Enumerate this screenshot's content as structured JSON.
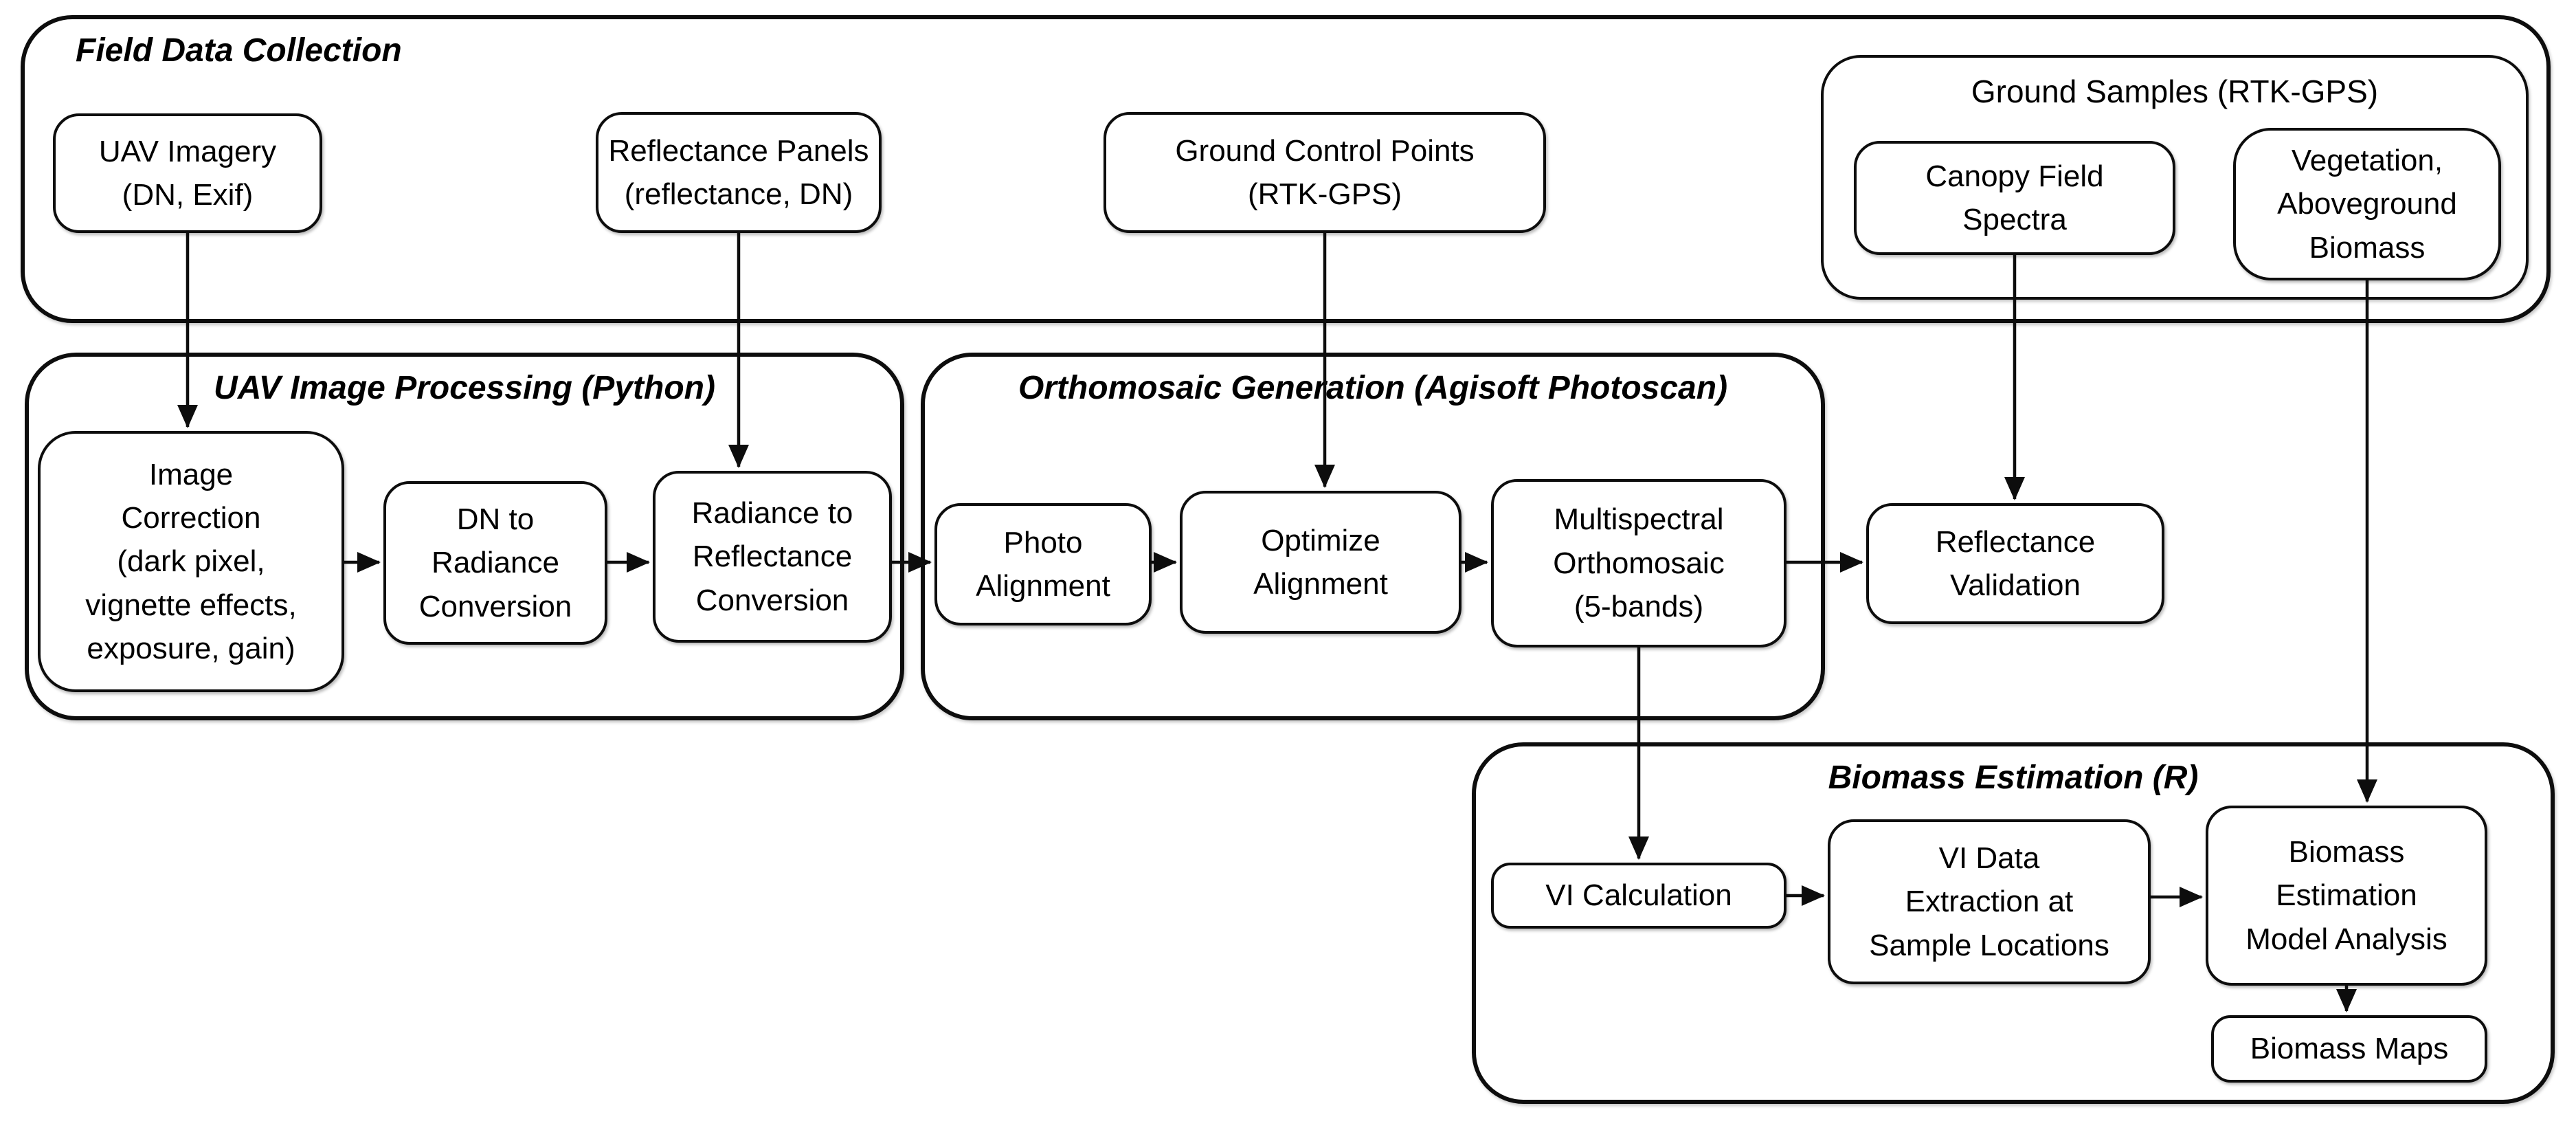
{
  "groups": {
    "field_data_collection": {
      "title": "Field Data Collection"
    },
    "ground_samples": {
      "title": "Ground Samples (RTK-GPS)"
    },
    "uav_image_processing": {
      "title": "UAV Image Processing (Python)"
    },
    "orthomosaic_generation": {
      "title": "Orthomosaic Generation (Agisoft Photoscan)"
    },
    "biomass_estimation": {
      "title": "Biomass Estimation (R)"
    }
  },
  "nodes": {
    "uav_imagery": {
      "label": "UAV Imagery\n(DN, Exif)"
    },
    "reflectance_panels": {
      "label": "Reflectance Panels\n(reflectance, DN)"
    },
    "ground_control_points": {
      "label": "Ground Control Points\n(RTK-GPS)"
    },
    "canopy_field_spectra": {
      "label": "Canopy Field\nSpectra"
    },
    "vegetation_aboveground_biomass": {
      "label": "Vegetation,\nAboveground\nBiomass"
    },
    "image_correction": {
      "label": "Image\nCorrection\n(dark pixel,\nvignette effects,\nexposure, gain)"
    },
    "dn_to_radiance": {
      "label": "DN to\nRadiance\nConversion"
    },
    "radiance_to_reflectance": {
      "label": "Radiance to\nReflectance\nConversion"
    },
    "photo_alignment": {
      "label": "Photo\nAlignment"
    },
    "optimize_alignment": {
      "label": "Optimize\nAlignment"
    },
    "multispectral_orthomosaic": {
      "label": "Multispectral\nOrthomosaic\n(5-bands)"
    },
    "reflectance_validation": {
      "label": "Reflectance\nValidation"
    },
    "vi_calculation": {
      "label": "VI Calculation"
    },
    "vi_data_extraction": {
      "label": "VI Data\nExtraction at\nSample Locations"
    },
    "biomass_model_analysis": {
      "label": "Biomass\nEstimation\nModel Analysis"
    },
    "biomass_maps": {
      "label": "Biomass Maps"
    }
  },
  "edges": [
    {
      "from": "uav_imagery",
      "to": "image_correction"
    },
    {
      "from": "reflectance_panels",
      "to": "radiance_to_reflectance"
    },
    {
      "from": "ground_control_points",
      "to": "optimize_alignment"
    },
    {
      "from": "canopy_field_spectra",
      "to": "reflectance_validation"
    },
    {
      "from": "vegetation_aboveground_biomass",
      "to": "biomass_model_analysis"
    },
    {
      "from": "image_correction",
      "to": "dn_to_radiance"
    },
    {
      "from": "dn_to_radiance",
      "to": "radiance_to_reflectance"
    },
    {
      "from": "radiance_to_reflectance",
      "to": "photo_alignment"
    },
    {
      "from": "photo_alignment",
      "to": "optimize_alignment"
    },
    {
      "from": "optimize_alignment",
      "to": "multispectral_orthomosaic"
    },
    {
      "from": "multispectral_orthomosaic",
      "to": "reflectance_validation"
    },
    {
      "from": "multispectral_orthomosaic",
      "to": "vi_calculation"
    },
    {
      "from": "vi_calculation",
      "to": "vi_data_extraction"
    },
    {
      "from": "vi_data_extraction",
      "to": "biomass_model_analysis"
    },
    {
      "from": "biomass_model_analysis",
      "to": "biomass_maps"
    }
  ],
  "colors": {
    "stroke": "#0d0d0d",
    "background": "#ffffff",
    "text": "#000000"
  }
}
